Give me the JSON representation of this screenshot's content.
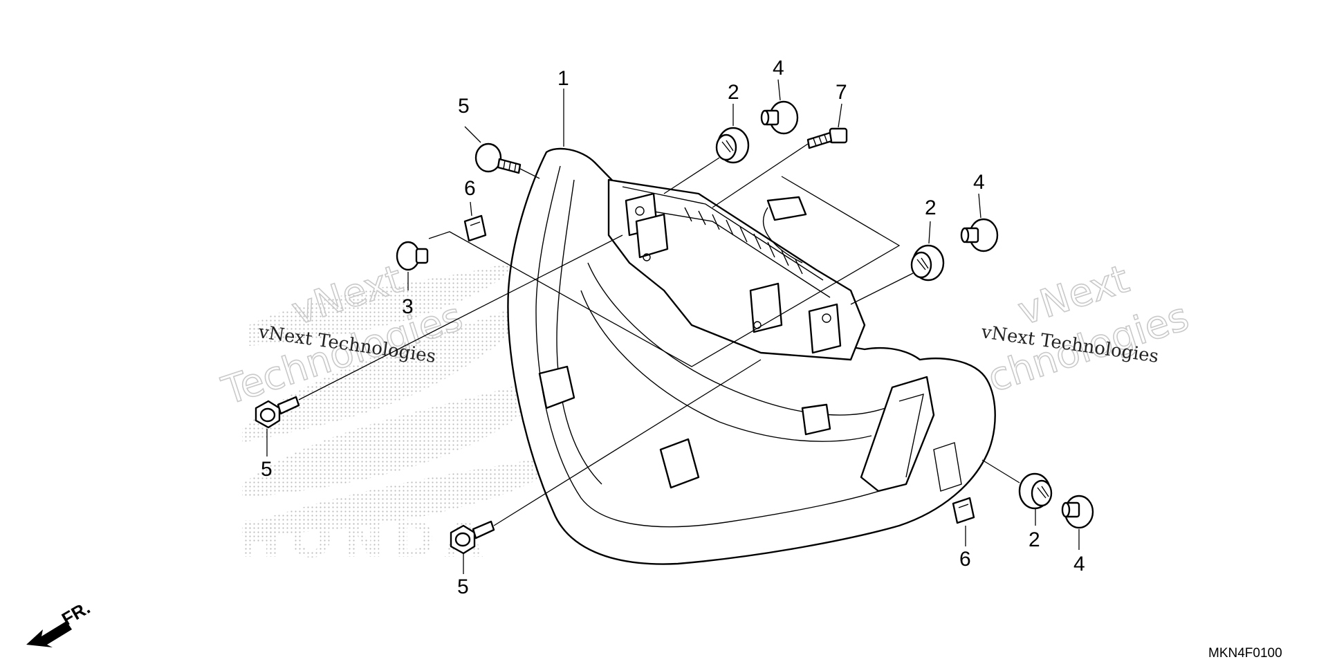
{
  "callouts": [
    {
      "id": "c1",
      "label": "1"
    },
    {
      "id": "c2a",
      "label": "2"
    },
    {
      "id": "c2b",
      "label": "2"
    },
    {
      "id": "c2c",
      "label": "2"
    },
    {
      "id": "c3",
      "label": "3"
    },
    {
      "id": "c4a",
      "label": "4"
    },
    {
      "id": "c4b",
      "label": "4"
    },
    {
      "id": "c4c",
      "label": "4"
    },
    {
      "id": "c5a",
      "label": "5"
    },
    {
      "id": "c5b",
      "label": "5"
    },
    {
      "id": "c5c",
      "label": "5"
    },
    {
      "id": "c6a",
      "label": "6"
    },
    {
      "id": "c6b",
      "label": "6"
    },
    {
      "id": "c7",
      "label": "7"
    }
  ],
  "watermark": {
    "mono_text": "vNext Technologies",
    "outline_word_1": "vNext",
    "outline_word_2": "Technologies",
    "logo_text": "HONDA"
  },
  "direction_label": "FR.",
  "diagram_code": "MKN4F0100"
}
